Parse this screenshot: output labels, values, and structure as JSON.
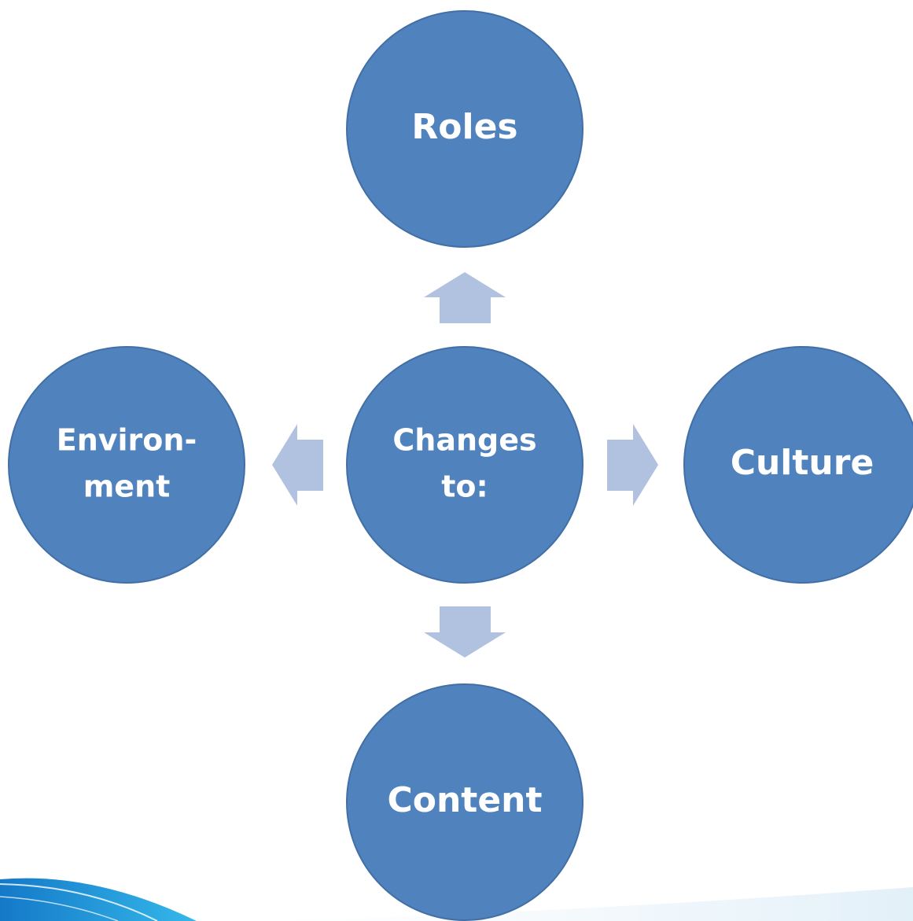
{
  "diagram": {
    "center": {
      "line1": "Changes",
      "line2": "to:"
    },
    "top": {
      "label": "Roles"
    },
    "right": {
      "label": "Culture"
    },
    "bottom": {
      "label": "Content"
    },
    "left": {
      "line1": "Environ-",
      "line2": "ment"
    }
  },
  "colors": {
    "node_fill": "#5082be",
    "node_stroke": "#416fa6",
    "arrow_fill": "#b0c2df",
    "label_text": "#ffffff",
    "swoosh_dark": "#1479c8",
    "swoosh_light": "#35b8ea"
  },
  "icons": {
    "arrows": [
      "arrow-up-icon",
      "arrow-right-icon",
      "arrow-down-icon",
      "arrow-left-icon"
    ],
    "decoration": "swoosh-decoration"
  }
}
